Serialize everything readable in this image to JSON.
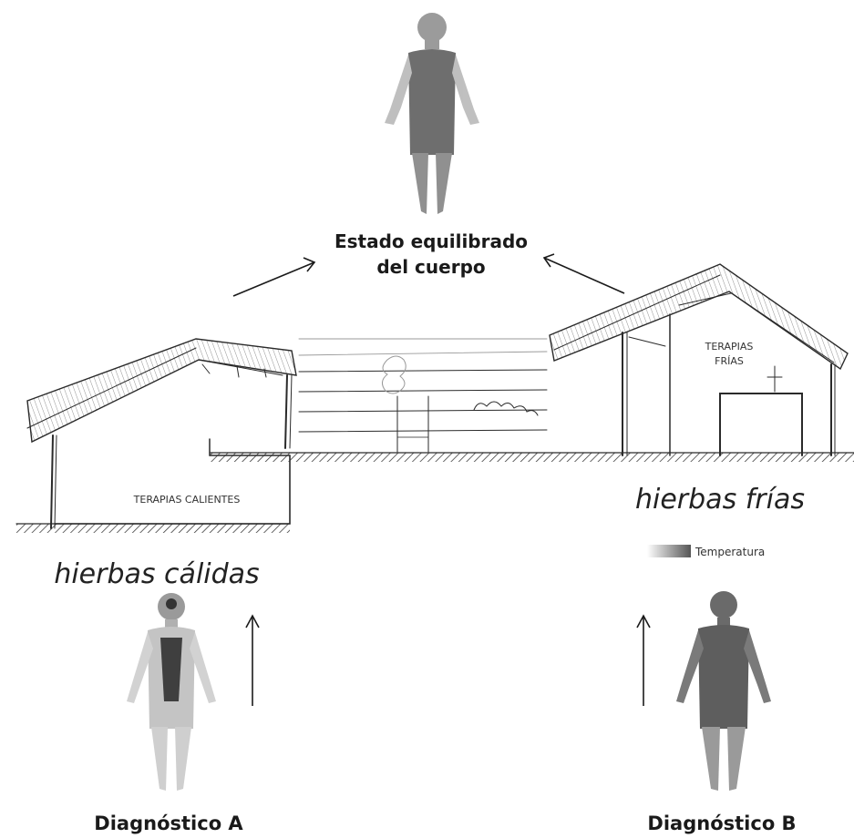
{
  "labels": {
    "balanced_state_line1": "Estado equilibrado",
    "balanced_state_line2": "del cuerpo",
    "hot_therapies": "TERAPIAS CALIENTES",
    "cold_therapies_line1": "TERAPIAS",
    "cold_therapies_line2": "FRÍAS",
    "warm_herbs": "hierbas cálidas",
    "cold_herbs": "hierbas frías",
    "temperature_legend": "Temperatura",
    "diagnosis_a": "Diagnóstico A",
    "diagnosis_b": "Diagnóstico B"
  },
  "colors": {
    "figure_balanced": "#7a7a7a",
    "figure_warm_core": "#3f3f3f",
    "figure_warm_outer": "#c9c9c9",
    "figure_cold": "#6a6a6a",
    "ink": "#1a1a1a"
  }
}
